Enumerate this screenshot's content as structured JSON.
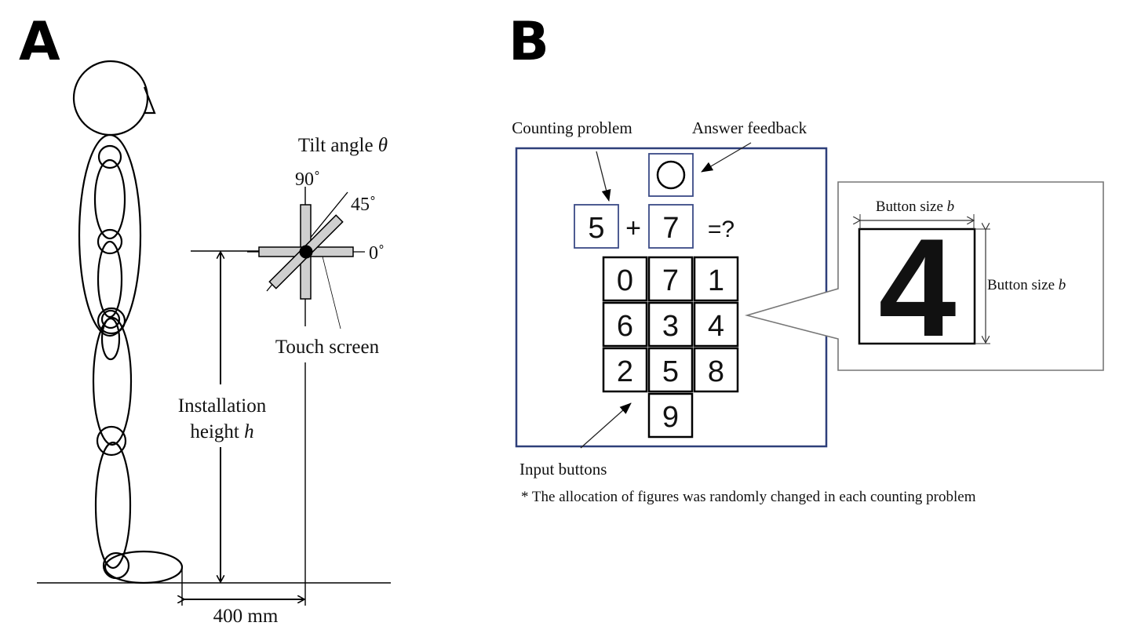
{
  "panel_a": {
    "label": "A",
    "tilt_title": "Tilt angle ",
    "tilt_symbol": "θ",
    "angles": {
      "deg90": "90˚",
      "deg45": "45˚",
      "deg0": "0˚"
    },
    "touch_screen": "Touch screen",
    "installation_line1": "Installation",
    "installation_line2": "height ",
    "installation_symbol": "h",
    "distance": "400 mm"
  },
  "panel_b": {
    "label": "B",
    "counting_problem": "Counting problem",
    "answer_feedback": "Answer feedback",
    "feedback_symbol": "○",
    "operand1": "5",
    "operator": "+",
    "operand2": "7",
    "equals": "=?",
    "keypad": [
      [
        "0",
        "7",
        "1"
      ],
      [
        "6",
        "3",
        "4"
      ],
      [
        "2",
        "5",
        "8"
      ],
      [
        "",
        "9",
        ""
      ]
    ],
    "input_buttons": "Input buttons",
    "footnote": "* The allocation of figures was randomly changed in each counting problem",
    "zoom_digit": "4",
    "button_size_label": "Button size ",
    "button_size_symbol": "b",
    "colors": {
      "frame": "#2e3f7a",
      "box": "#3a4a86",
      "callout": "#777777"
    }
  }
}
